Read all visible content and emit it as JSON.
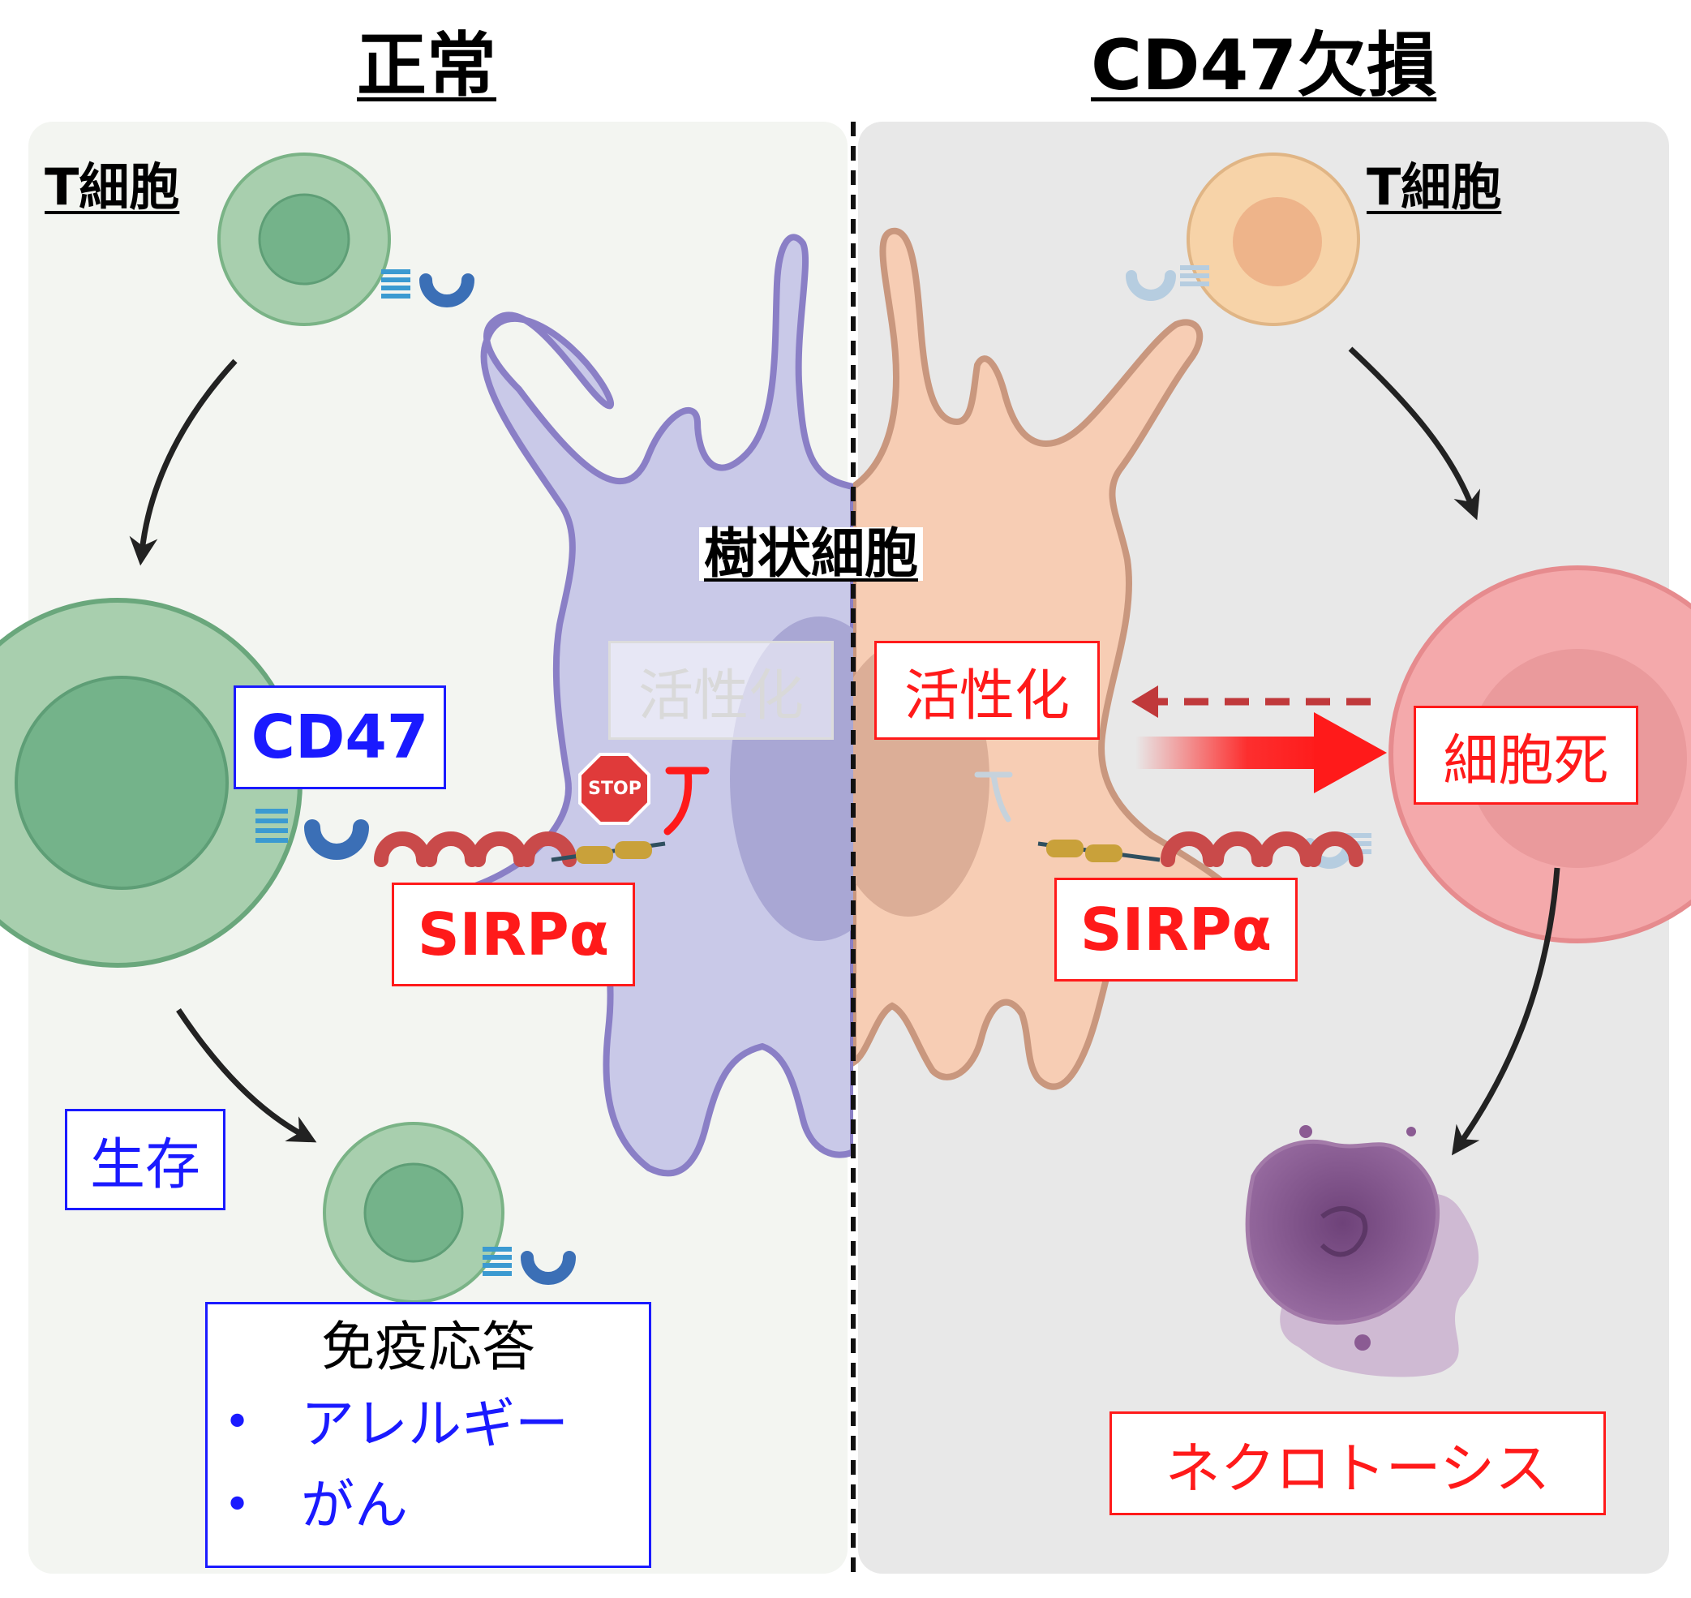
{
  "titles": {
    "normal": "正常",
    "deficient": "CD47欠損"
  },
  "labels": {
    "tcell_left": "T細胞",
    "tcell_right": "T細胞",
    "dendritic": "樹状細胞",
    "cd47": "CD47",
    "sirpa_left": "SIRPα",
    "sirpa_right": "SIRPα",
    "activation_left": "活性化",
    "activation_right": "活性化",
    "cell_death": "細胞死",
    "survival": "生存",
    "necroptosis": "ネクロトーシス",
    "stop": "STOP"
  },
  "immune_box": {
    "title": "免疫応答",
    "bullet": "•",
    "items": [
      "アレルギー",
      "がん"
    ]
  },
  "colors": {
    "panel_left": "#f3f5f1",
    "panel_right": "#e8e8e8",
    "tcell_green": "#a8cfae",
    "tcell_green_nucleus": "#74b38a",
    "tcell_orange": "#f7d3a8",
    "dying_cell": "#f4a9ab",
    "dendritic_left": "#c9c9e8",
    "dendritic_right": "#f7cdb4",
    "cd47_blue": "#3b6fb6",
    "sirpa_red": "#c94a4a",
    "text_blue": "#1a1aff",
    "text_red": "#ff1a1a",
    "necro_purple": "#8b5b93"
  },
  "icons": [
    "stop-sign-icon",
    "inhibition-icon",
    "arrow-icon",
    "dashed-arrow-icon"
  ]
}
